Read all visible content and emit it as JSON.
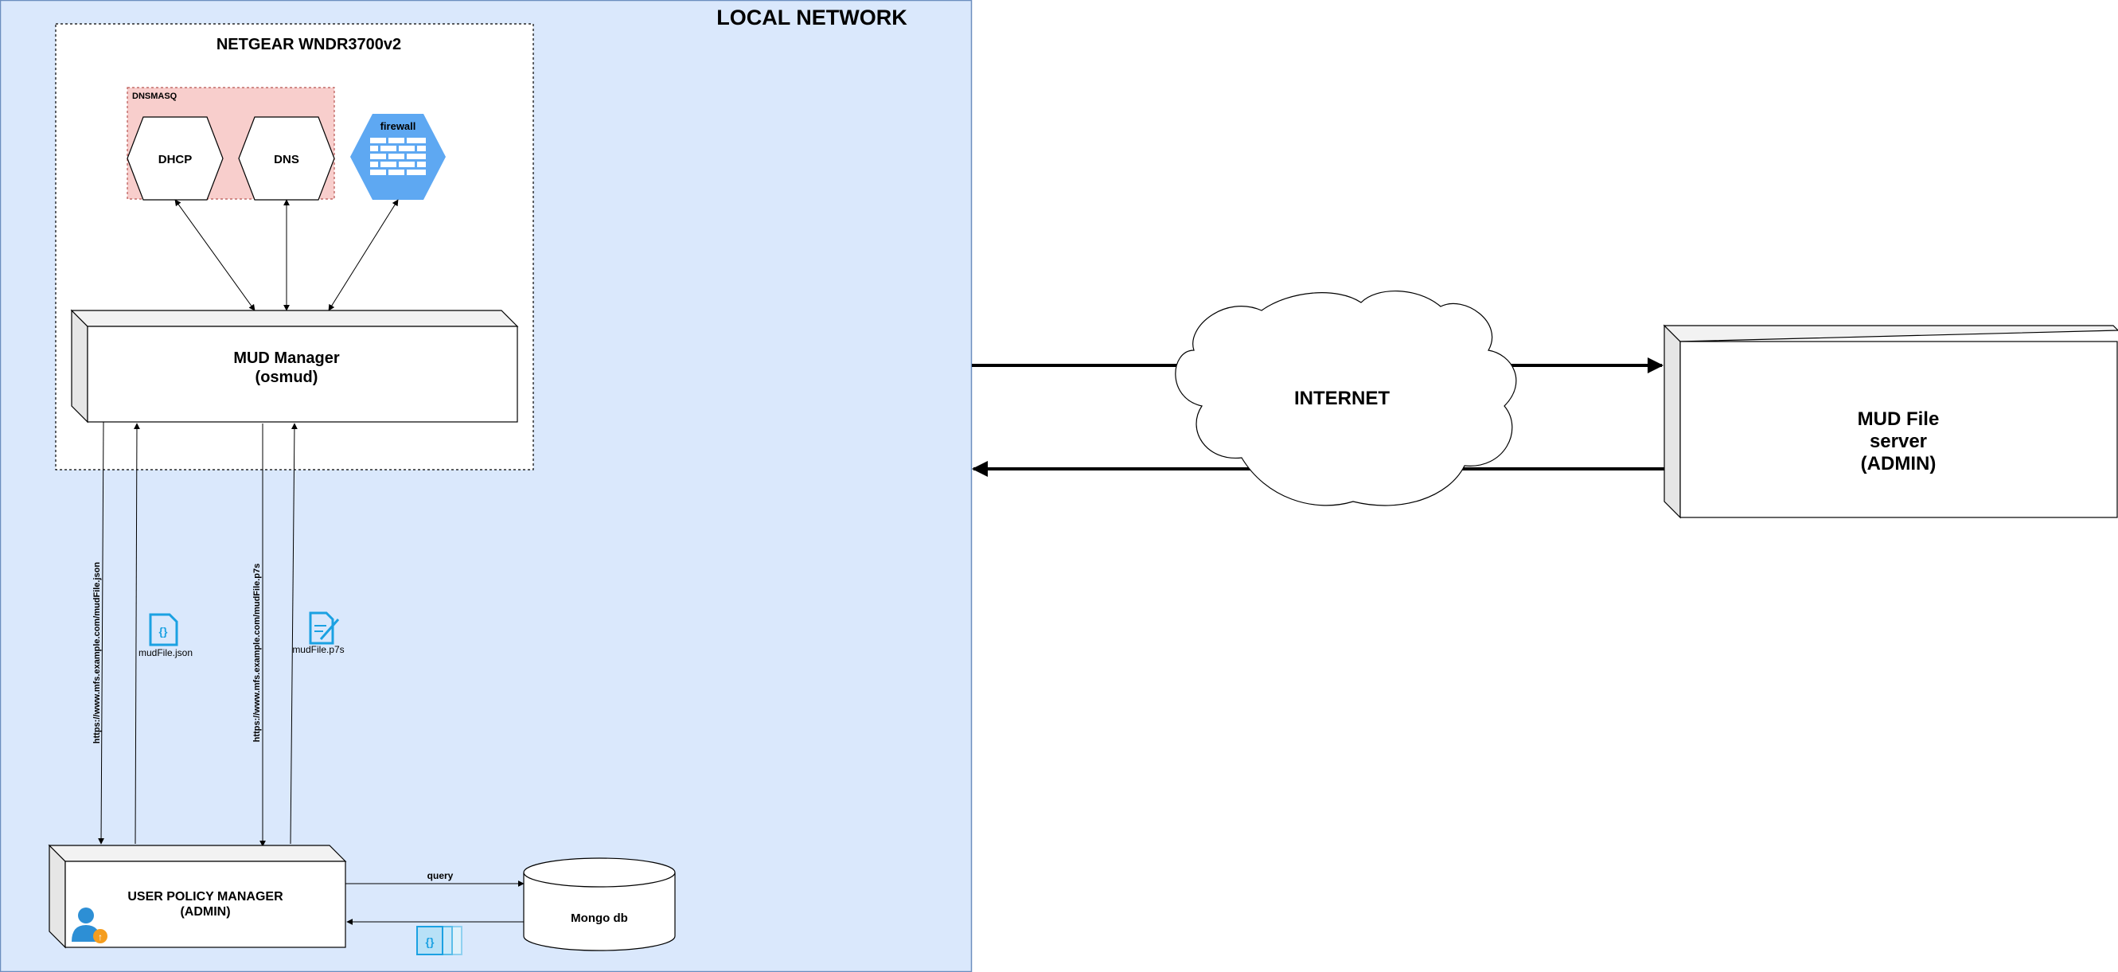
{
  "local_network": {
    "title": "LOCAL NETWORK"
  },
  "router": {
    "title": "NETGEAR  WNDR3700v2"
  },
  "dnsmasq": {
    "label": "DNSMASQ"
  },
  "dhcp": {
    "label": "DHCP"
  },
  "dns": {
    "label": "DNS"
  },
  "firewall": {
    "label": "firewall"
  },
  "mud_manager": {
    "line1": "MUD Manager",
    "line2": "(osmud)"
  },
  "url_json": {
    "label": "https://www.mfs.example.com/mudFile.json"
  },
  "url_p7s": {
    "label": "https://www.mfs.example.com/mudFile.p7s"
  },
  "file_json": {
    "label": "mudFile.json"
  },
  "file_p7s": {
    "label": "mudFile.p7s"
  },
  "policy_manager": {
    "line1": "USER POLICY MANAGER",
    "line2": "(ADMIN)"
  },
  "query": {
    "label": "query"
  },
  "mongodb": {
    "label": "Mongo db"
  },
  "internet": {
    "label": "INTERNET"
  },
  "mud_file_server": {
    "line1": "MUD File",
    "line2": "server",
    "line3": "(ADMIN)"
  },
  "colors": {
    "local_bg": "#dae8fc",
    "local_border": "#6c8ebf",
    "dnsmasq_bg": "#f8cecc",
    "dnsmasq_border": "#b85450",
    "firewall": "#5ea8f2",
    "file_icon": "#1ba1e2"
  }
}
